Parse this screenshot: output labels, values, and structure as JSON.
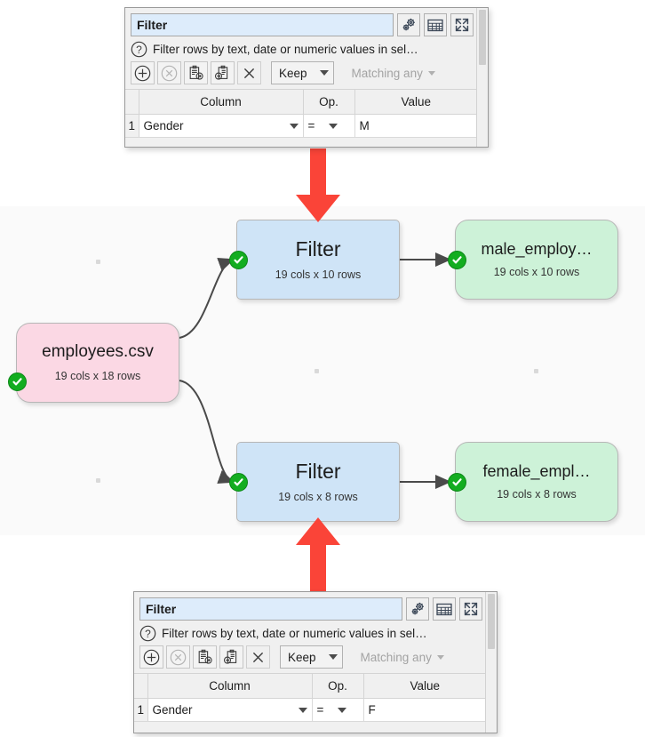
{
  "canvas": {
    "background_color": "#fafafa",
    "nodes": [
      {
        "id": "source",
        "name": "employees.csv",
        "subtitle": "19 cols x 18 rows",
        "type": "source",
        "color": "#fbd8e4",
        "status": "ok",
        "status_icon": "green-check-icon"
      },
      {
        "id": "filter-male",
        "name": "Filter",
        "subtitle": "19 cols x 10 rows",
        "type": "operation",
        "color": "#cfe4f7",
        "status": "ok",
        "status_icon": "green-check-icon"
      },
      {
        "id": "out-male",
        "name": "male_employ…",
        "subtitle": "19 cols x 10 rows",
        "type": "output",
        "color": "#cdf2d8",
        "status": "ok",
        "status_icon": "green-check-icon"
      },
      {
        "id": "filter-female",
        "name": "Filter",
        "subtitle": "19 cols x 8 rows",
        "type": "operation",
        "color": "#cfe4f7",
        "status": "ok",
        "status_icon": "green-check-icon"
      },
      {
        "id": "out-female",
        "name": "female_empl…",
        "subtitle": "19 cols x 8 rows",
        "type": "output",
        "color": "#cdf2d8",
        "status": "ok",
        "status_icon": "green-check-icon"
      }
    ],
    "annotation_arrow_color": "#fa4438"
  },
  "panel_top": {
    "item_name": "Filter",
    "description": "Filter rows by text, date or numeric values in sel…",
    "help_icon": "question-mark-icon",
    "title_buttons": [
      {
        "icon": "gears-icon",
        "name": "options-button"
      },
      {
        "icon": "table-icon",
        "name": "show-table-button"
      },
      {
        "icon": "expand-icon",
        "name": "maximize-button"
      }
    ],
    "toolbar_buttons": [
      {
        "icon": "plus-circle-icon",
        "name": "add-row-button",
        "enabled": true
      },
      {
        "icon": "x-circle-icon",
        "name": "remove-row-button",
        "enabled": false
      },
      {
        "icon": "copy-icon",
        "name": "copy-button",
        "enabled": true
      },
      {
        "icon": "paste-icon",
        "name": "paste-button",
        "enabled": true
      },
      {
        "icon": "clear-icon",
        "name": "clear-button",
        "enabled": true
      }
    ],
    "mode_dropdown": {
      "value": "Keep",
      "enabled": true
    },
    "match_dropdown": {
      "value": "Matching any",
      "enabled": false
    },
    "table": {
      "headers": [
        "Column",
        "Op.",
        "Value"
      ],
      "rows": [
        {
          "num": "1",
          "column": "Gender",
          "op": "=",
          "value": "M"
        }
      ]
    }
  },
  "panel_bottom": {
    "item_name": "Filter",
    "description": "Filter rows by text, date or numeric values in sel…",
    "help_icon": "question-mark-icon",
    "title_buttons": [
      {
        "icon": "gears-icon",
        "name": "options-button"
      },
      {
        "icon": "table-icon",
        "name": "show-table-button"
      },
      {
        "icon": "expand-icon",
        "name": "maximize-button"
      }
    ],
    "toolbar_buttons": [
      {
        "icon": "plus-circle-icon",
        "name": "add-row-button",
        "enabled": true
      },
      {
        "icon": "x-circle-icon",
        "name": "remove-row-button",
        "enabled": false
      },
      {
        "icon": "copy-icon",
        "name": "copy-button",
        "enabled": true
      },
      {
        "icon": "paste-icon",
        "name": "paste-button",
        "enabled": true
      },
      {
        "icon": "clear-icon",
        "name": "clear-button",
        "enabled": true
      }
    ],
    "mode_dropdown": {
      "value": "Keep",
      "enabled": true
    },
    "match_dropdown": {
      "value": "Matching any",
      "enabled": false
    },
    "table": {
      "headers": [
        "Column",
        "Op.",
        "Value"
      ],
      "rows": [
        {
          "num": "1",
          "column": "Gender",
          "op": "=",
          "value": "F"
        }
      ]
    }
  }
}
